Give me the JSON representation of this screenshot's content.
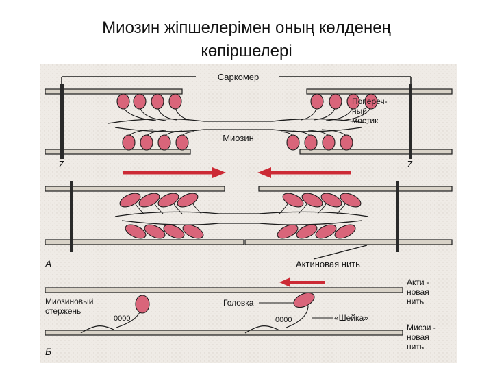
{
  "slide": {
    "title_line1": "Миозин жіпшелерімен оның көлденең",
    "title_line2": "көпіршелері"
  },
  "figure": {
    "labels": {
      "sarcomere": "Саркомер",
      "cross_bridge_1": "Попереч-",
      "cross_bridge_2": "ный",
      "cross_bridge_3": "мостик",
      "myosin": "Миозин",
      "z_left": "Z",
      "z_right": "Z",
      "panel_a": "А",
      "actin_filament": "Актиновая нить",
      "myosin_rod_1": "Миозиновый",
      "myosin_rod_2": "стержень",
      "head": "Головка",
      "neck": "«Шейка»",
      "actin_right_1": "Акти -",
      "actin_right_2": "новая",
      "actin_right_3": "нить",
      "myosin_right_1": "Миози -",
      "myosin_right_2": "новая",
      "myosin_right_3": "нить",
      "panel_b": "Б"
    },
    "colors": {
      "head_fill": "#d9657a",
      "arrow": "#cc2a35",
      "filament_fill": "#d8d2c7",
      "ink": "#1c1c1c",
      "background": "#efebe6"
    }
  }
}
